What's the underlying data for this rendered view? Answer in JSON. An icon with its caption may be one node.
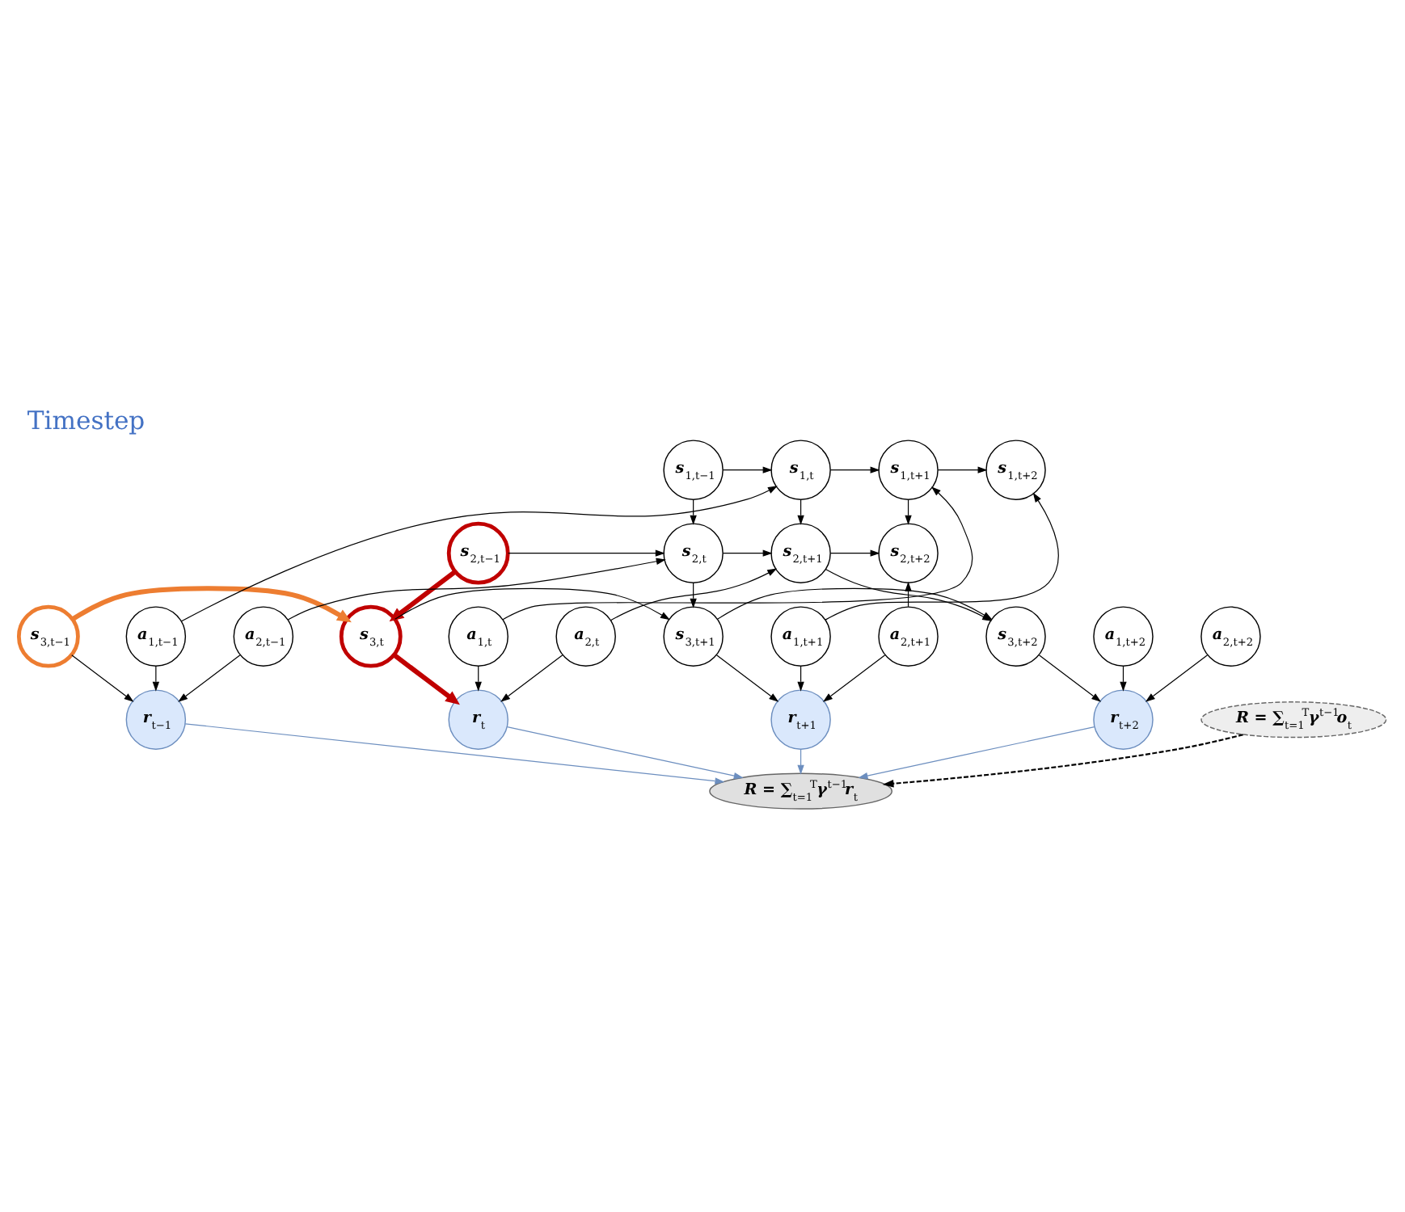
{
  "diagram": {
    "title": "Timestep",
    "nodes": [
      {
        "text": [
          "s$_{1,t−1}$"
        ]
      },
      {
        "text": [
          "s$_{1,t}$"
        ]
      },
      {
        "text": [
          "s$_{1,t+1}$"
        ]
      },
      {
        "text": [
          "s$_{1,t+2}$"
        ]
      },
      {
        "text": [
          "s$_{2,t−1}$"
        ]
      },
      {
        "text": [
          "s$_{2,t}$"
        ]
      },
      {
        "text": [
          "s$_{2,t+1}$"
        ]
      },
      {
        "text": [
          "s$_{2,t+2}$"
        ]
      },
      {
        "text": [
          "s$_{3,t−1}$"
        ]
      },
      {
        "text": [
          "s$_{3,t}$"
        ]
      },
      {
        "text": [
          "s$_{3,t+1}$"
        ]
      },
      {
        "text": [
          "s$_{3,t+2}$"
        ]
      },
      {
        "text": [
          "a$_{1,t−1}$"
        ]
      },
      {
        "text": [
          "a$_{1,t}$"
        ]
      },
      {
        "text": [
          "a$_{1,t+1}$"
        ]
      },
      {
        "text": [
          "a$_{1,t+2}$"
        ]
      },
      {
        "text": [
          "a$_{2,t−1}$"
        ]
      },
      {
        "text": [
          "a$_{2,t}$"
        ]
      },
      {
        "text": [
          "a$_{2,t+1}$"
        ]
      },
      {
        "text": [
          "a$_{2,t+2}$"
        ]
      },
      {
        "text": [
          "r$_{t−1}$"
        ]
      },
      {
        "text": [
          "r$_{t}$"
        ]
      },
      {
        "text": [
          "r$_{t+1}$"
        ]
      },
      {
        "text": [
          "r$_{t+2}$"
        ]
      },
      {
        "text": [
          "R = ∑$_{t=1}$$^{T}$γ$^{t−1}$r$_{t}$"
        ]
      },
      {
        "text": [
          "R = ∑$_{t=1}$$^{T}$γ$^{t−1}$o$_{t}$"
        ]
      }
    ],
    "edges": [
      {
        "from": 0,
        "to": 1,
        "arrow": "to"
      },
      {
        "from": 1,
        "to": 2,
        "arrow": "to"
      },
      {
        "from": 2,
        "to": 3,
        "arrow": "to"
      },
      {
        "from": 0,
        "to": 5,
        "arrow": "to"
      },
      {
        "from": 1,
        "to": 6,
        "arrow": "to"
      },
      {
        "from": 2,
        "to": 7,
        "arrow": "to"
      },
      {
        "from": 4,
        "to": 5,
        "arrow": "to"
      },
      {
        "from": 5,
        "to": 6,
        "arrow": "to"
      },
      {
        "from": 6,
        "to": 7,
        "arrow": "to"
      },
      {
        "from": 4,
        "to": 9,
        "arrow": "to",
        "style": "thick",
        "color": "#c00000"
      },
      {
        "from": 5,
        "to": 10,
        "arrow": "to"
      },
      {
        "from": 6,
        "to": 11,
        "arrow": "to"
      },
      {
        "from": 8,
        "to": 9,
        "arrow": "to",
        "style": "thick",
        "color": "#ed7d31"
      },
      {
        "from": 9,
        "to": 10,
        "arrow": "to"
      },
      {
        "from": 10,
        "to": 11,
        "arrow": "to"
      },
      {
        "from": 12,
        "to": 1,
        "arrow": "to"
      },
      {
        "from": 13,
        "to": 2,
        "arrow": "to"
      },
      {
        "from": 14,
        "to": 3,
        "arrow": "to"
      },
      {
        "from": 16,
        "to": 5,
        "arrow": "to"
      },
      {
        "from": 17,
        "to": 6,
        "arrow": "to"
      },
      {
        "from": 18,
        "to": 7,
        "arrow": "to"
      },
      {
        "from": 8,
        "to": 20,
        "arrow": "to"
      },
      {
        "from": 9,
        "to": 21,
        "arrow": "to",
        "style": "thick",
        "color": "#c00000"
      },
      {
        "from": 10,
        "to": 22,
        "arrow": "to"
      },
      {
        "from": 11,
        "to": 23,
        "arrow": "to"
      },
      {
        "from": 12,
        "to": 20,
        "arrow": "to"
      },
      {
        "from": 13,
        "to": 21,
        "arrow": "to"
      },
      {
        "from": 14,
        "to": 22,
        "arrow": "to"
      },
      {
        "from": 15,
        "to": 23,
        "arrow": "to"
      },
      {
        "from": 16,
        "to": 20,
        "arrow": "to"
      },
      {
        "from": 17,
        "to": 21,
        "arrow": "to"
      },
      {
        "from": 18,
        "to": 22,
        "arrow": "to"
      },
      {
        "from": 19,
        "to": 23,
        "arrow": "to"
      },
      {
        "from": 20,
        "to": 24,
        "arrow": "to",
        "color": "#6c8ebf"
      },
      {
        "from": 21,
        "to": 24,
        "arrow": "to",
        "color": "#6c8ebf"
      },
      {
        "from": 22,
        "to": 24,
        "arrow": "to",
        "color": "#6c8ebf"
      },
      {
        "from": 23,
        "to": 24,
        "arrow": "to",
        "color": "#6c8ebf"
      },
      {
        "from": 25,
        "to": 24,
        "arrow": "to",
        "style": "dashed"
      }
    ]
  }
}
